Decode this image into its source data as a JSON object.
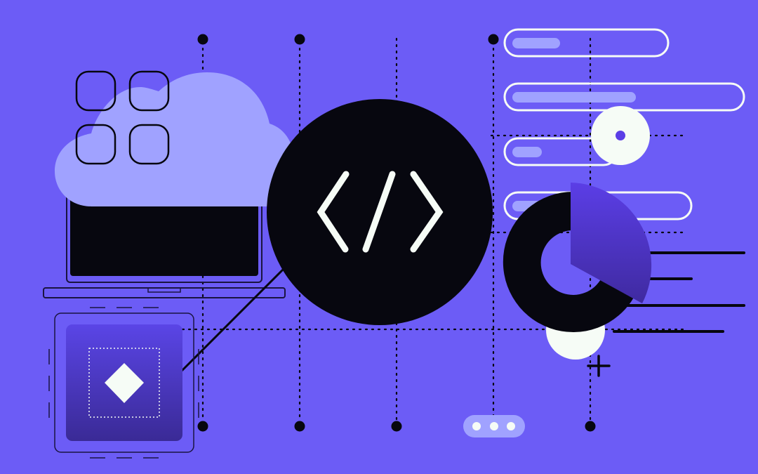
{
  "illustration": {
    "title": "Developer / cloud tech illustration",
    "code_symbol": "</>",
    "pagination_dots": 3,
    "progress_bars": [
      {
        "fill_pct": 30
      },
      {
        "fill_pct": 54
      },
      {
        "fill_pct": 25
      },
      {
        "fill_pct": 20
      }
    ],
    "legend_lines": 4,
    "app_tiles": 4
  },
  "colors": {
    "background": "#6c5cf6",
    "dark": "#07070f",
    "cloud": "#a0a2ff",
    "light": "#f6fcf6",
    "bar_fill": "#a0a2ff",
    "pie_slice_top": "#5b3ee6",
    "pie_slice_bottom": "#3f2aa0",
    "chip_top": "#5a45e6",
    "chip_bottom": "#3a2a96",
    "dots_pill": "#a0a2ff"
  }
}
